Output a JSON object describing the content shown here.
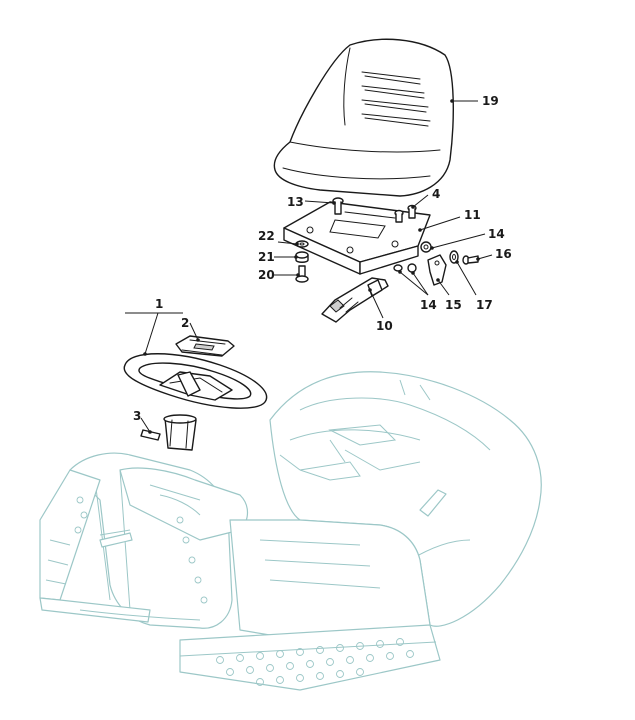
{
  "diagram": {
    "callouts": {
      "c1": "1",
      "c2": "2",
      "c3": "3",
      "c4": "4",
      "c10": "10",
      "c11": "11",
      "c13": "13",
      "c14a": "14",
      "c14b": "14",
      "c15": "15",
      "c16": "16",
      "c17": "17",
      "c19": "19",
      "c20": "20",
      "c21": "21",
      "c22": "22"
    },
    "colors": {
      "part_outline": "#1a1a1a",
      "chassis_outline": "#9cc7c7",
      "background": "#ffffff"
    }
  }
}
